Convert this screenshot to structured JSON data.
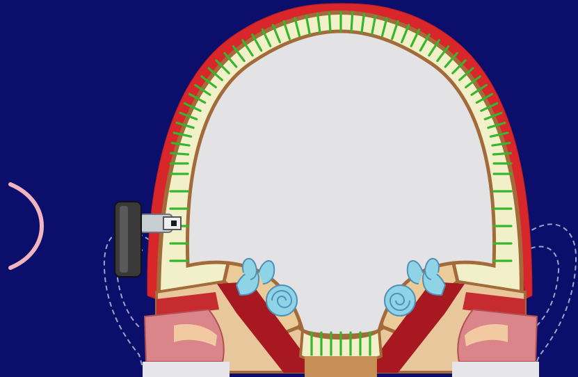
{
  "diagram": {
    "background_color": "#0B0F6B",
    "colors": {
      "scalp": "#D8262B",
      "skull_outline": "#A36A3A",
      "bone_cancellous": "#F2F0C8",
      "brain": "#E3E3E6",
      "sound_conduction": "#35B62E",
      "cochlea": "#8FD4E6",
      "temporal_bone": "#EBCB98",
      "ear_canal": "#A81820",
      "flesh": "#D9858A",
      "outer_ear_outline": "#9EA4C6",
      "sound_wave": "#F2B4BF",
      "device_body": "#3A3A3A",
      "abutment": "#C8CDD3"
    },
    "components": [
      {
        "name": "sound-wave",
        "kind": "arc"
      },
      {
        "name": "sound-processor",
        "kind": "device"
      },
      {
        "name": "abutment",
        "kind": "connector"
      },
      {
        "name": "scalp",
        "kind": "tissue"
      },
      {
        "name": "skull",
        "kind": "bone"
      },
      {
        "name": "brain",
        "kind": "region"
      },
      {
        "name": "cochlea-left",
        "kind": "inner-ear"
      },
      {
        "name": "cochlea-right",
        "kind": "inner-ear"
      },
      {
        "name": "outer-ear-left",
        "kind": "outline"
      },
      {
        "name": "outer-ear-right",
        "kind": "outline"
      },
      {
        "name": "bone-conduction-lines",
        "kind": "vibration-path"
      }
    ]
  }
}
